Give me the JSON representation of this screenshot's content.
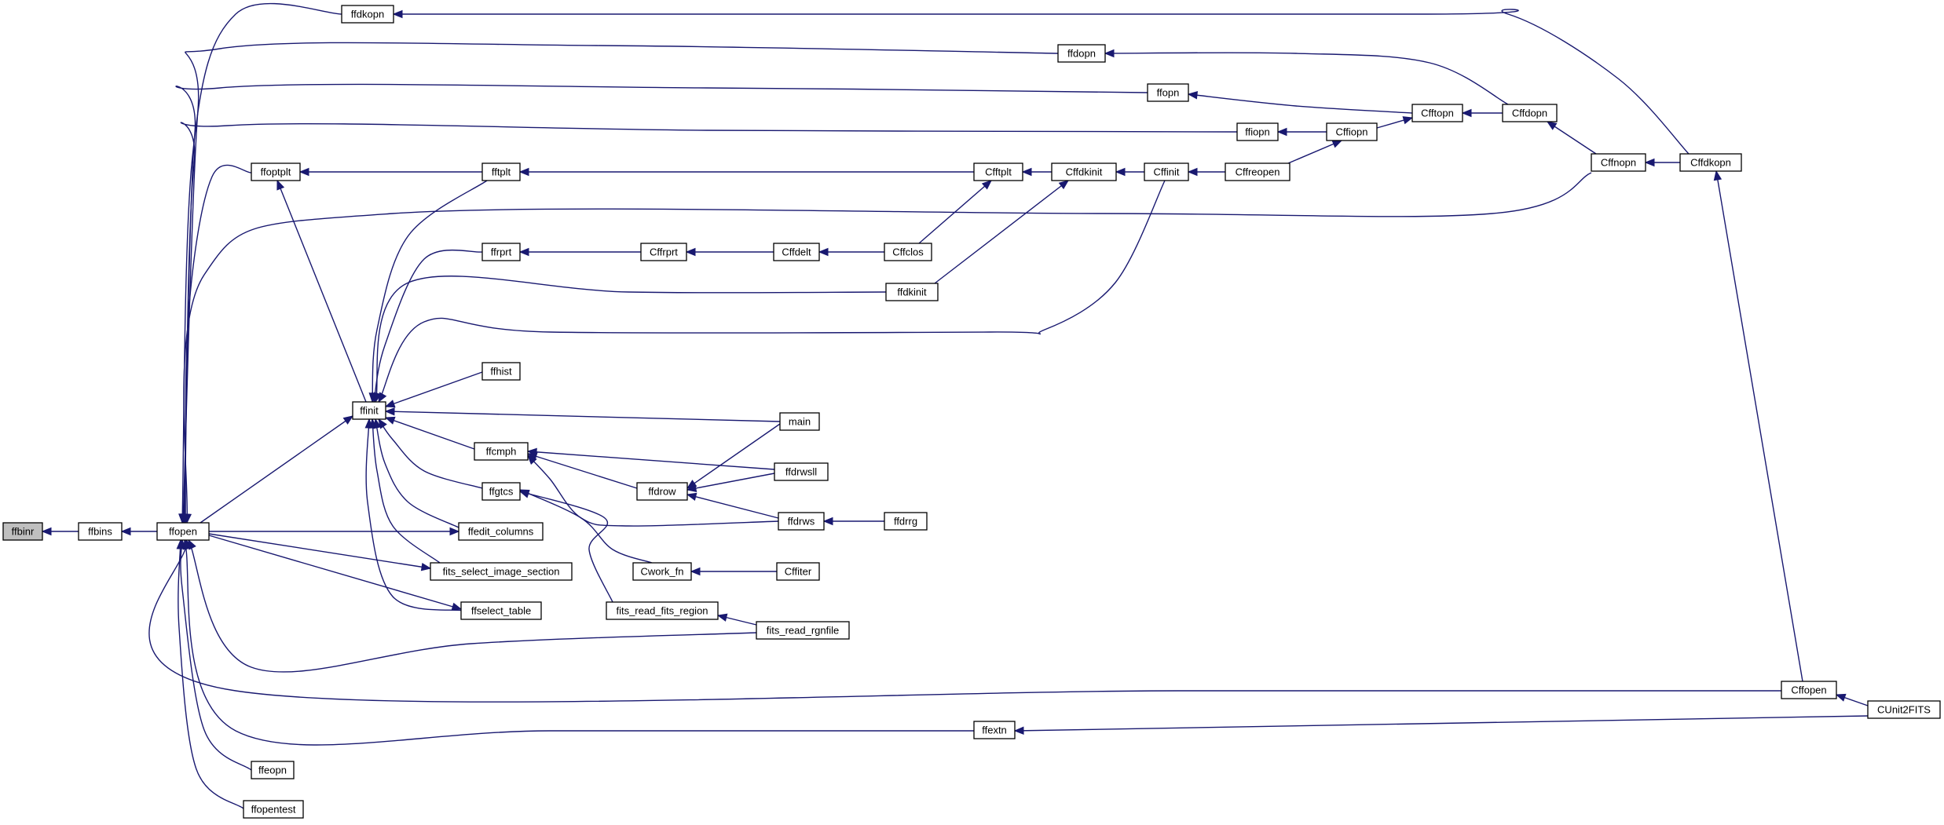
{
  "graph": {
    "kind": "caller-graph",
    "node_fill": "#ffffff",
    "root_fill": "#bfbfbf",
    "edge_color": "#191970",
    "nodes": [
      {
        "id": "ffbinr",
        "label": "ffbinr",
        "root": true
      },
      {
        "id": "ffbins",
        "label": "ffbins"
      },
      {
        "id": "ffopen",
        "label": "ffopen"
      },
      {
        "id": "ffdkopn",
        "label": "ffdkopn"
      },
      {
        "id": "ffdopn",
        "label": "ffdopn"
      },
      {
        "id": "ffopn",
        "label": "ffopn"
      },
      {
        "id": "ffiopn",
        "label": "ffiopn"
      },
      {
        "id": "ffoptplt",
        "label": "ffoptplt"
      },
      {
        "id": "fftplt",
        "label": "fftplt"
      },
      {
        "id": "ffrprt",
        "label": "ffrprt"
      },
      {
        "id": "ffdkinit",
        "label": "ffdkinit"
      },
      {
        "id": "ffhist",
        "label": "ffhist"
      },
      {
        "id": "ffinit",
        "label": "ffinit"
      },
      {
        "id": "ffcmph",
        "label": "ffcmph"
      },
      {
        "id": "ffgtcs",
        "label": "ffgtcs"
      },
      {
        "id": "ffedit_columns",
        "label": "ffedit_columns"
      },
      {
        "id": "fits_select_image_section",
        "label": "fits_select_image_section"
      },
      {
        "id": "ffselect_table",
        "label": "ffselect_table"
      },
      {
        "id": "ffeopn",
        "label": "ffeopn"
      },
      {
        "id": "ffopentest",
        "label": "ffopentest"
      },
      {
        "id": "Cfftopn",
        "label": "Cfftopn"
      },
      {
        "id": "Cffdopn",
        "label": "Cffdopn"
      },
      {
        "id": "Cffiopn",
        "label": "Cffiopn"
      },
      {
        "id": "Cfftplt",
        "label": "Cfftplt"
      },
      {
        "id": "Cffdkinit",
        "label": "Cffdkinit"
      },
      {
        "id": "Cffinit",
        "label": "Cffinit"
      },
      {
        "id": "Cffreopen",
        "label": "Cffreopen"
      },
      {
        "id": "Cffnopn",
        "label": "Cffnopn"
      },
      {
        "id": "Cffdkopn",
        "label": "Cffdkopn"
      },
      {
        "id": "Cffrprt",
        "label": "Cffrprt"
      },
      {
        "id": "Cffdelt",
        "label": "Cffdelt"
      },
      {
        "id": "Cffclos",
        "label": "Cffclos"
      },
      {
        "id": "main",
        "label": "main"
      },
      {
        "id": "ffdrow",
        "label": "ffdrow"
      },
      {
        "id": "ffdrwsll",
        "label": "ffdrwsll"
      },
      {
        "id": "ffdrws",
        "label": "ffdrws"
      },
      {
        "id": "ffdrrg",
        "label": "ffdrrg"
      },
      {
        "id": "Cwork_fn",
        "label": "Cwork_fn"
      },
      {
        "id": "Cffiter",
        "label": "Cffiter"
      },
      {
        "id": "fits_read_fits_region",
        "label": "fits_read_fits_region"
      },
      {
        "id": "fits_read_rgnfile",
        "label": "fits_read_rgnfile"
      },
      {
        "id": "Cffopen",
        "label": "Cffopen"
      },
      {
        "id": "CUnit2FITS",
        "label": "CUnit2FITS"
      },
      {
        "id": "ffextn",
        "label": "ffextn"
      }
    ],
    "edges": [
      {
        "from": "ffbins",
        "to": "ffbinr"
      },
      {
        "from": "ffopen",
        "to": "ffbins"
      },
      {
        "from": "ffdkopn",
        "to": "ffopen"
      },
      {
        "from": "ffdopn",
        "to": "ffopen"
      },
      {
        "from": "ffopn",
        "to": "ffopen"
      },
      {
        "from": "ffiopn",
        "to": "ffopen"
      },
      {
        "from": "ffoptplt",
        "to": "ffopen"
      },
      {
        "from": "Cffnopn",
        "to": "ffopen"
      },
      {
        "from": "fits_read_rgnfile",
        "to": "ffopen"
      },
      {
        "from": "Cffopen",
        "to": "ffopen"
      },
      {
        "from": "ffextn",
        "to": "ffopen"
      },
      {
        "from": "ffeopn",
        "to": "ffopen"
      },
      {
        "from": "ffopentest",
        "to": "ffopen"
      },
      {
        "from": "ffopen",
        "to": "ffedit_columns"
      },
      {
        "from": "ffopen",
        "to": "fits_select_image_section"
      },
      {
        "from": "ffopen",
        "to": "ffselect_table"
      },
      {
        "from": "ffopen",
        "to": "ffinit"
      },
      {
        "from": "ffinit",
        "to": "ffoptplt"
      },
      {
        "from": "fftplt",
        "to": "ffoptplt"
      },
      {
        "from": "fftplt",
        "to": "ffinit"
      },
      {
        "from": "ffrprt",
        "to": "ffinit"
      },
      {
        "from": "ffdkinit",
        "to": "ffinit"
      },
      {
        "from": "Cffinit",
        "to": "ffinit"
      },
      {
        "from": "ffhist",
        "to": "ffinit"
      },
      {
        "from": "main",
        "to": "ffinit"
      },
      {
        "from": "ffcmph",
        "to": "ffinit"
      },
      {
        "from": "ffgtcs",
        "to": "ffinit"
      },
      {
        "from": "ffedit_columns",
        "to": "ffinit"
      },
      {
        "from": "fits_select_image_section",
        "to": "ffinit"
      },
      {
        "from": "ffselect_table",
        "to": "ffinit"
      },
      {
        "from": "Cffdkopn",
        "to": "ffdkopn"
      },
      {
        "from": "Cffdopn",
        "to": "ffdopn"
      },
      {
        "from": "Cfftopn",
        "to": "ffopn"
      },
      {
        "from": "Cffiopn",
        "to": "ffiopn"
      },
      {
        "from": "Cffdopn",
        "to": "Cfftopn"
      },
      {
        "from": "Cffiopn",
        "to": "Cfftopn"
      },
      {
        "from": "Cffreopen",
        "to": "Cffiopn"
      },
      {
        "from": "Cffnopn",
        "to": "Cffdopn"
      },
      {
        "from": "Cffdkopn",
        "to": "Cffnopn"
      },
      {
        "from": "Cffopen",
        "to": "Cffdkopn"
      },
      {
        "from": "Cfftplt",
        "to": "fftplt"
      },
      {
        "from": "Cffdkinit",
        "to": "Cfftplt"
      },
      {
        "from": "Cffclos",
        "to": "Cfftplt"
      },
      {
        "from": "Cffinit",
        "to": "Cffdkinit"
      },
      {
        "from": "ffdkinit",
        "to": "Cffdkinit"
      },
      {
        "from": "Cffreopen",
        "to": "Cffinit"
      },
      {
        "from": "Cffrprt",
        "to": "ffrprt"
      },
      {
        "from": "Cffdelt",
        "to": "Cffrprt"
      },
      {
        "from": "Cffclos",
        "to": "Cffdelt"
      },
      {
        "from": "ffdrow",
        "to": "ffcmph"
      },
      {
        "from": "ffdrwsll",
        "to": "ffcmph"
      },
      {
        "from": "ffdrws",
        "to": "ffcmph"
      },
      {
        "from": "main",
        "to": "ffdrow"
      },
      {
        "from": "ffdrwsll",
        "to": "ffdrow"
      },
      {
        "from": "ffdrws",
        "to": "ffdrow"
      },
      {
        "from": "ffdrrg",
        "to": "ffdrws"
      },
      {
        "from": "Cwork_fn",
        "to": "ffgtcs"
      },
      {
        "from": "fits_read_fits_region",
        "to": "ffgtcs"
      },
      {
        "from": "Cffiter",
        "to": "Cwork_fn"
      },
      {
        "from": "fits_read_rgnfile",
        "to": "fits_read_fits_region"
      },
      {
        "from": "CUnit2FITS",
        "to": "Cffopen"
      },
      {
        "from": "CUnit2FITS",
        "to": "ffextn"
      }
    ]
  }
}
